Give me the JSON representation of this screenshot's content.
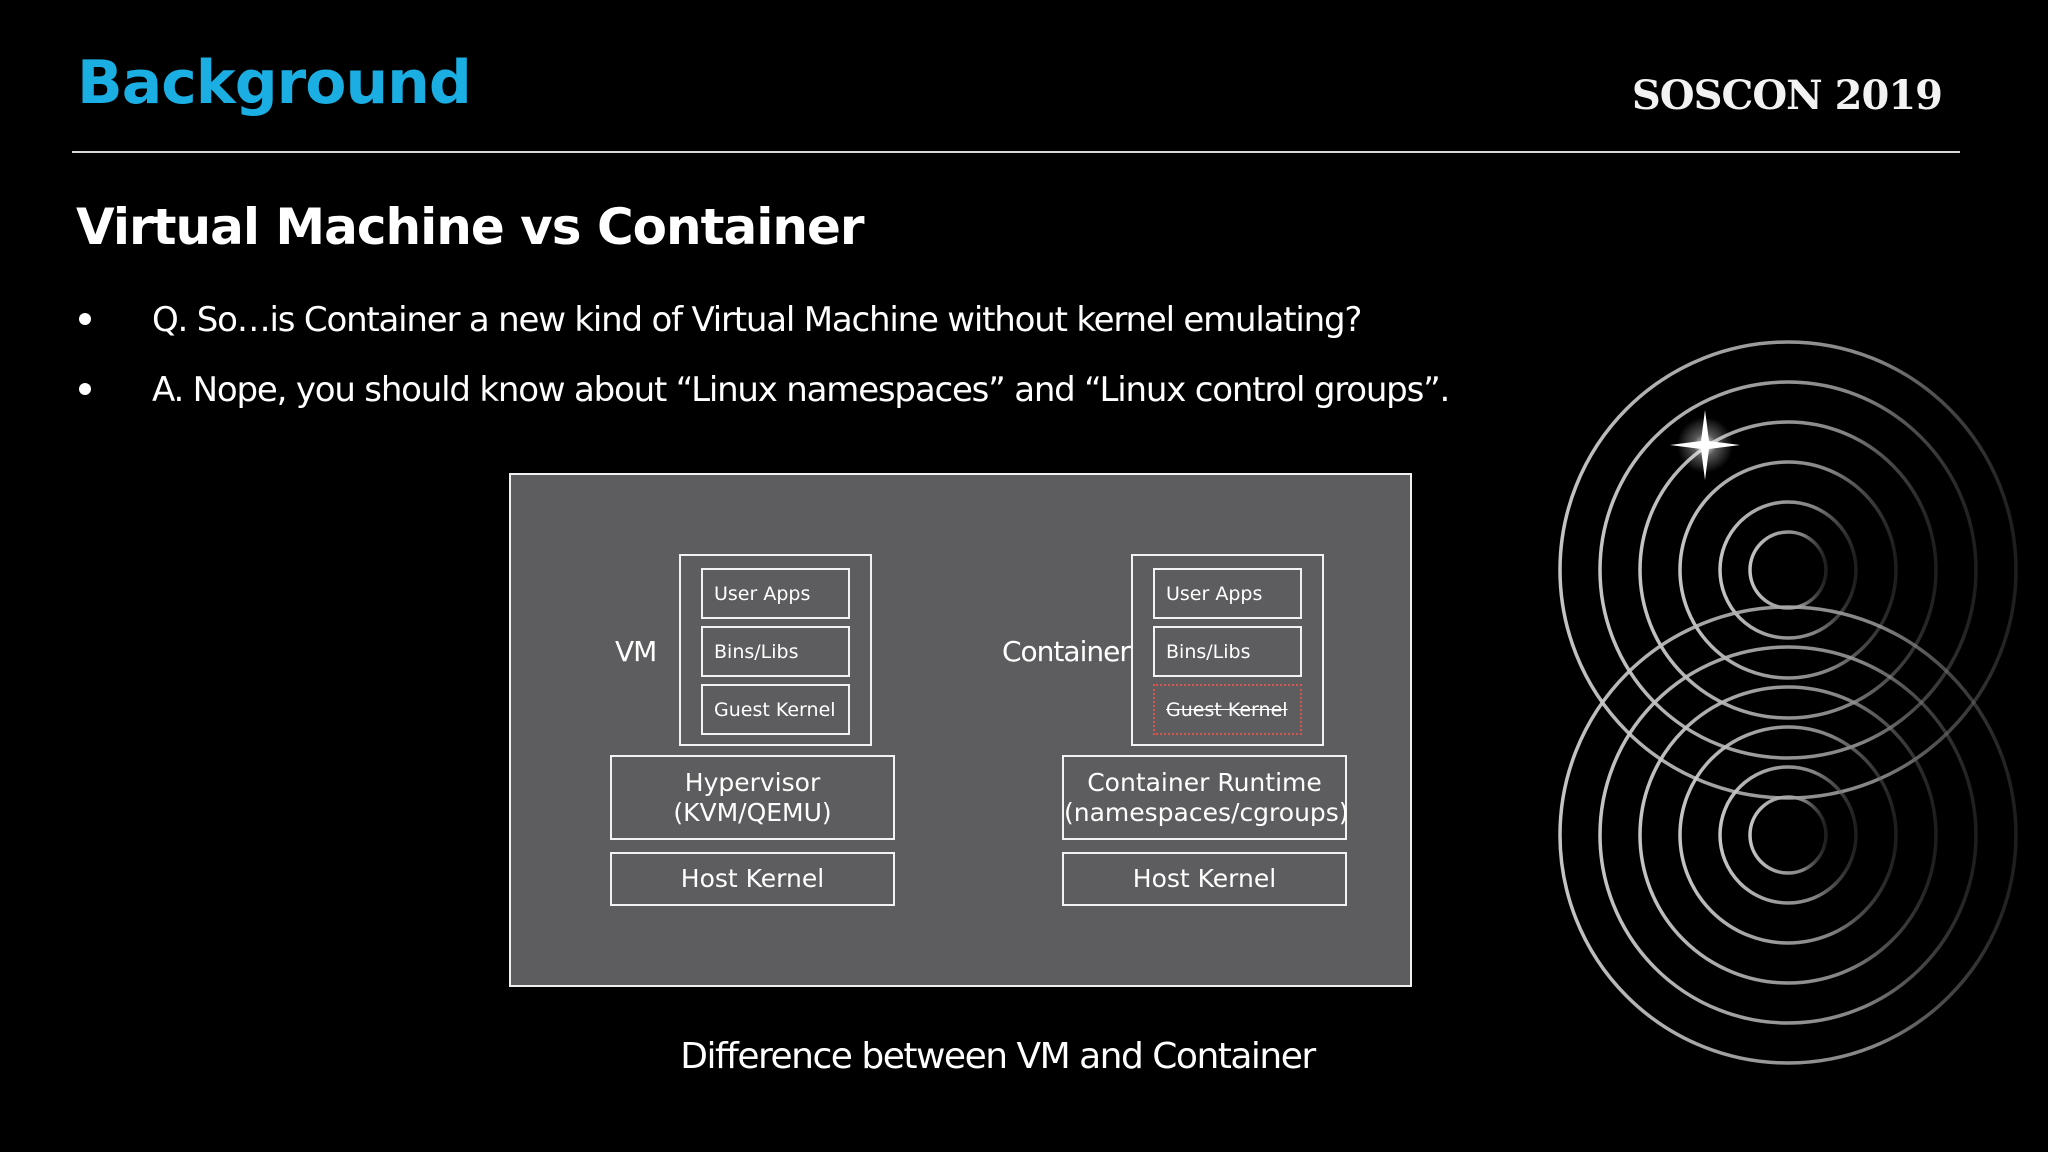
{
  "header": {
    "section_title": "Background",
    "logo_text": "SOSCON 2019"
  },
  "slide": {
    "title": "Virtual Machine vs Container",
    "bullets": [
      "Q. So…is Container a new kind of Virtual Machine without kernel emulating?",
      "A. Nope, you should know about “Linux namespaces” and “Linux control groups”."
    ]
  },
  "diagram": {
    "vm": {
      "label": "VM",
      "user_apps": "User Apps",
      "bins_libs": "Bins/Libs",
      "guest_kernel": "Guest Kernel",
      "hypervisor_line1": "Hypervisor",
      "hypervisor_line2": "(KVM/QEMU)",
      "host_kernel": "Host Kernel"
    },
    "container": {
      "label": "Container",
      "user_apps": "User Apps",
      "bins_libs": "Bins/Libs",
      "guest_kernel": "Guest Kernel",
      "guest_kernel_removed": true,
      "runtime_line1": "Container Runtime",
      "runtime_line2": "(namespaces/cgroups)",
      "host_kernel": "Host Kernel"
    },
    "caption": "Difference between VM and Container"
  },
  "colors": {
    "background": "#000000",
    "accent": "#1aaee3",
    "panel": "#5d5c5e",
    "removed_border": "#d9534f"
  },
  "icons": {
    "decor": "soscon-swirl-graphic"
  }
}
